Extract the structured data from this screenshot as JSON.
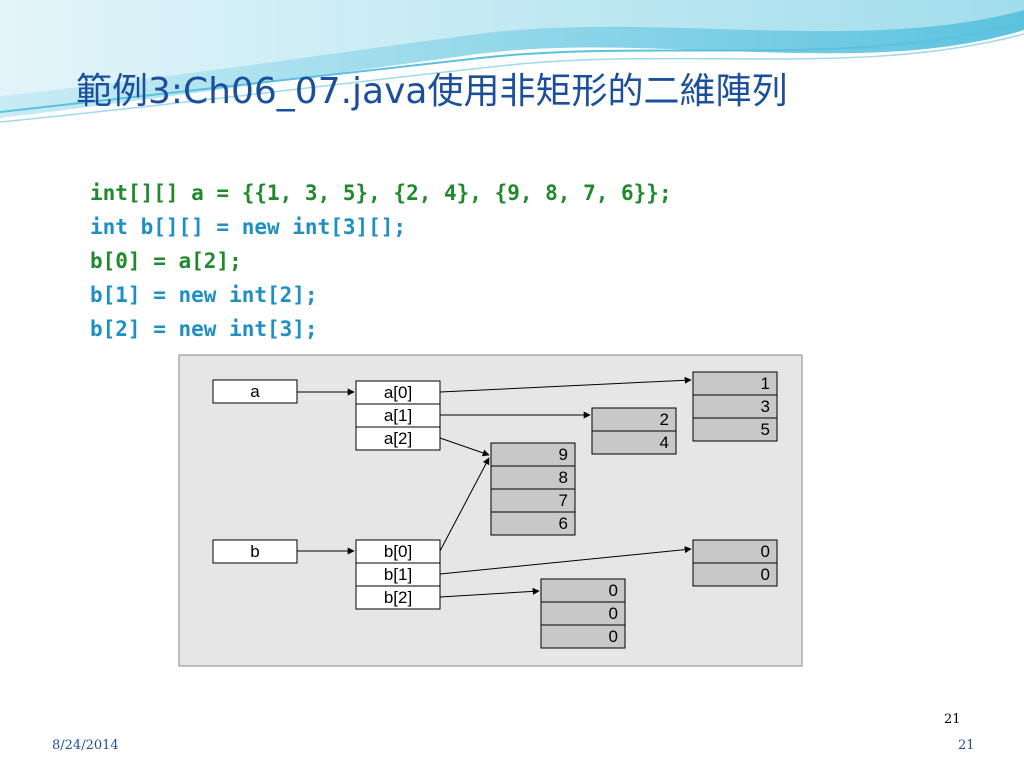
{
  "slide": {
    "title": "範例3:Ch06_07.java使用非矩形的二維陣列"
  },
  "code_lines": [
    {
      "text": "int[][] a = {{1, 3, 5}, {2, 4}, {9, 8, 7, 6}};",
      "color": "green"
    },
    {
      "text": "int b[][] = new int[3][];",
      "color": "blue"
    },
    {
      "text": "b[0] = a[2];",
      "color": "green"
    },
    {
      "text": "b[1] = new int[2];",
      "color": "blue"
    },
    {
      "text": "b[2] = new int[3];",
      "color": "blue"
    }
  ],
  "diagram": {
    "var_a": "a",
    "var_b": "b",
    "a_rows": [
      "a[0]",
      "a[1]",
      "a[2]"
    ],
    "b_rows": [
      "b[0]",
      "b[1]",
      "b[2]"
    ],
    "array_a0": [
      "1",
      "3",
      "5"
    ],
    "array_a1": [
      "2",
      "4"
    ],
    "array_a2": [
      "9",
      "8",
      "7",
      "6"
    ],
    "array_b1": [
      "0",
      "0"
    ],
    "array_b2": [
      "0",
      "0",
      "0"
    ]
  },
  "footer": {
    "date": "8/24/2014",
    "page": "21",
    "page_number_center": "21"
  },
  "colors": {
    "title": "#1b4f9b",
    "code_green": "#1f8a2c",
    "code_blue": "#1d8fc4",
    "diagram_bg": "#e6e6e6",
    "cell_fill": "#c8c8c8"
  }
}
